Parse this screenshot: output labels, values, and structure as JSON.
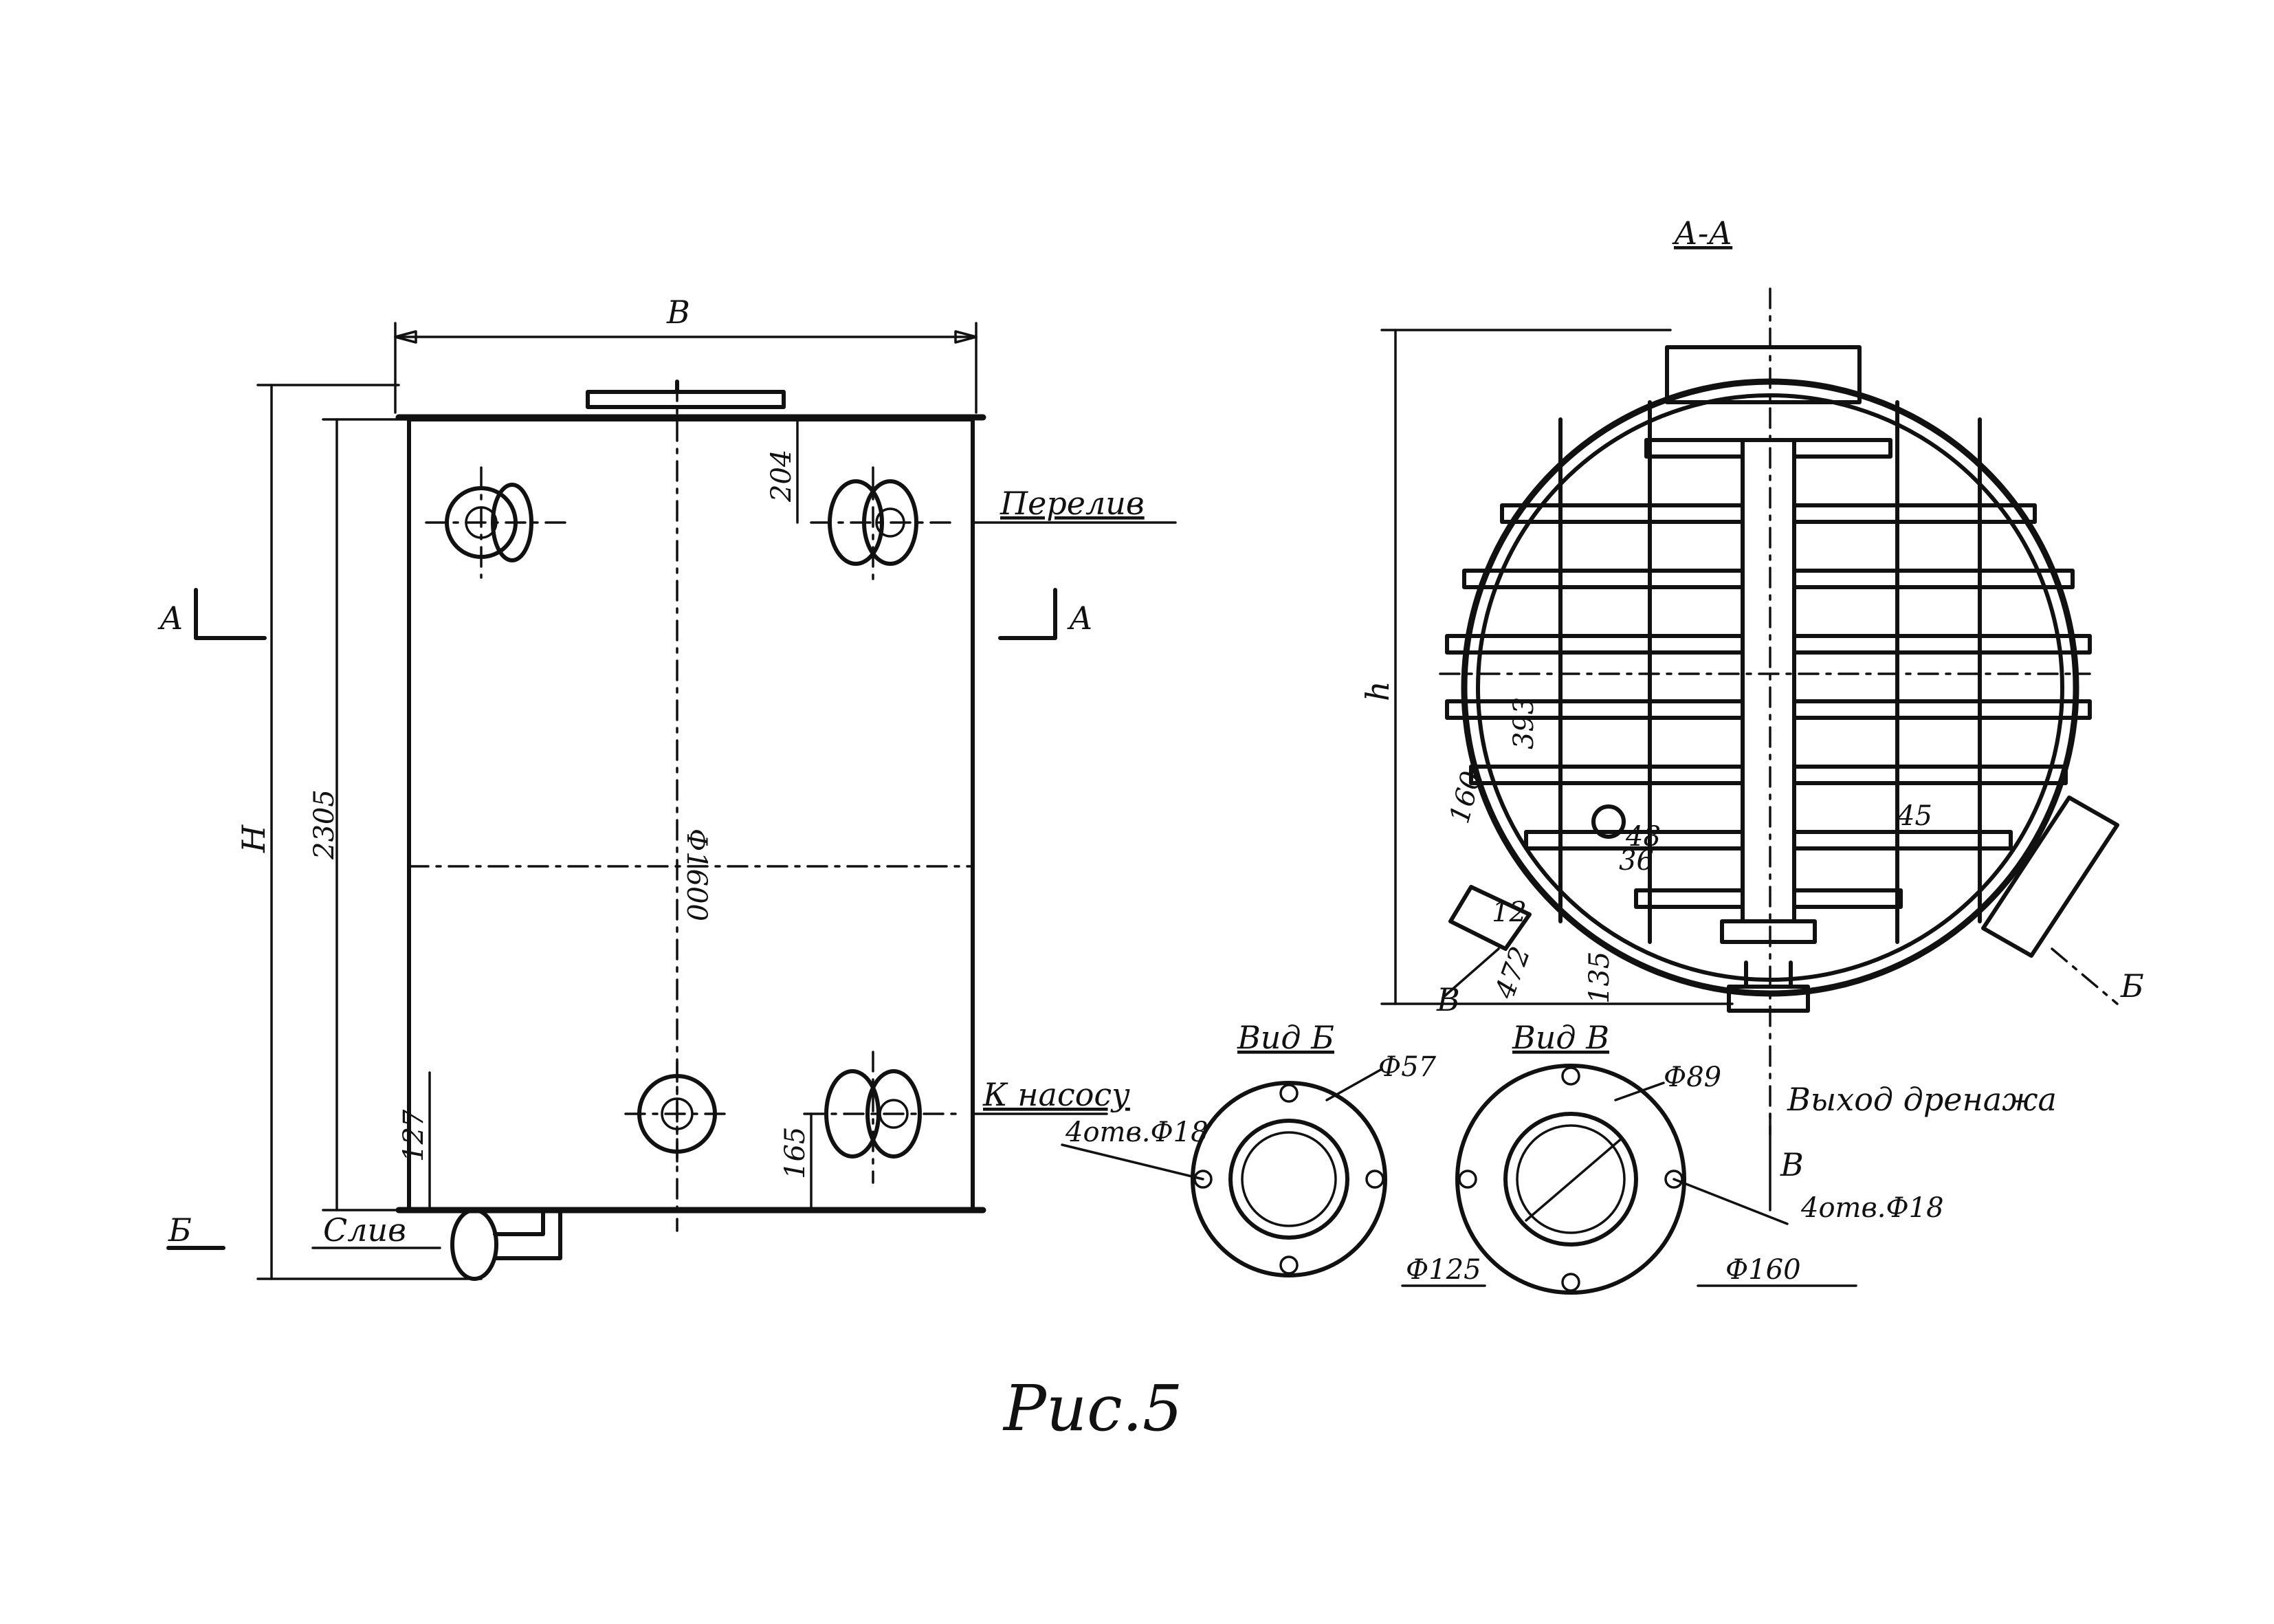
{
  "figure": {
    "caption": "Рис.5",
    "main_view": {
      "width_label": "B",
      "height_label": "H",
      "height_dim": "2305",
      "diameter_dim": "Ф1600",
      "top_nozzle_offset": "204",
      "bottom_nozzle_offset": "165",
      "drain_offset": "127",
      "overflow_label": "Перелив",
      "pump_label": "К насосу",
      "drain_label": "Слив",
      "section_mark": "А",
      "view_b_mark": "Б"
    },
    "section_view": {
      "title": "А-А",
      "height_label": "h",
      "dim_160": "160",
      "dim_393": "393",
      "dim_36": "36",
      "dim_45": "45",
      "dim_48": "48",
      "dim_12": "12",
      "dim_135": "135",
      "dim_472": "472",
      "arrow_b_left": "В",
      "arrow_b_right": "Б"
    },
    "view_b": {
      "title": "Вид Б",
      "diameter": "Ф57",
      "holes": "4отв.Ф18"
    },
    "view_v": {
      "title": "Вид В",
      "diameter_inner": "Ф89",
      "diameter_bolt": "Ф125",
      "diameter_outer": "Ф160",
      "holes": "4отв.Ф18"
    },
    "outlet_label": "Выход дренажа",
    "outlet_mark": "В"
  }
}
